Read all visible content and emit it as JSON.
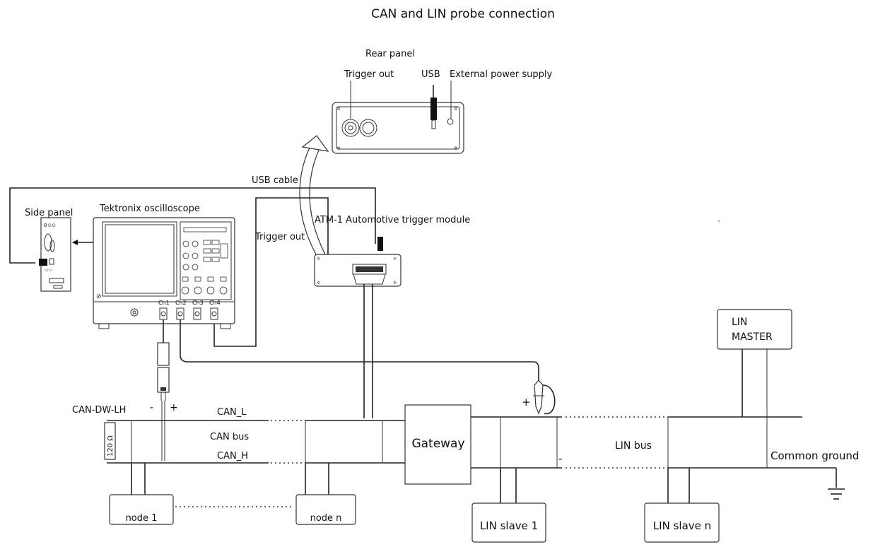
{
  "title": "CAN and LIN probe connection",
  "labels": {
    "rear_panel": "Rear panel",
    "trigger_out_rear": "Trigger out",
    "usb": "USB",
    "external_power_supply": "External power supply",
    "usb_cable": "USB cable",
    "side_panel": "Side panel",
    "oscilloscope": "Tektronix oscilloscope",
    "trigger_out": "Trigger out",
    "atm_module": "ATM-1 Automotive trigger module",
    "ch1": "Ch1",
    "ch2": "Ch2",
    "ch3": "Ch3",
    "ch4": "Ch4",
    "can_dw_lh": "CAN-DW-LH",
    "probe_minus": "-",
    "probe_plus": "+",
    "can_l": "CAN_L",
    "can_bus": "CAN bus",
    "can_h": "CAN_H",
    "resistor": "120 Ω",
    "gateway": "Gateway",
    "lin_plus": "+",
    "lin_minus": "-",
    "lin_bus": "LIN bus",
    "common_ground": "Common ground",
    "lin_master_line1": "LIN",
    "lin_master_line2": "MASTER",
    "node_1": "node 1",
    "node_n": "node n",
    "lin_slave_1": "LIN slave 1",
    "lin_slave_n": "LIN slave n"
  },
  "colors": {
    "line": "#222222",
    "background": "#ffffff"
  }
}
